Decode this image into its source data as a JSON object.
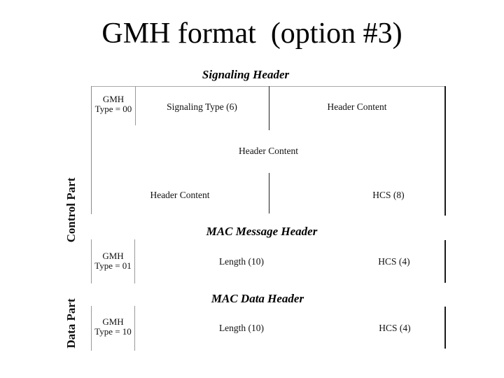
{
  "slide": {
    "title": "GMH format  (option #3)"
  },
  "sections": {
    "signaling": {
      "label": "Signaling Header"
    },
    "mac_message": {
      "label": "MAC Message Header"
    },
    "mac_data": {
      "label": "MAC Data Header"
    }
  },
  "side_labels": {
    "control": "Control Part",
    "data": "Data Part"
  },
  "signaling_table": {
    "row1": {
      "gmh_line1": "GMH",
      "gmh_line2": "Type = 00",
      "signaling_type": "Signaling Type (6)",
      "header_content": "Header Content"
    },
    "row2": {
      "header_content": "Header Content"
    },
    "row3": {
      "header_content": "Header Content",
      "hcs": "HCS (8)"
    }
  },
  "mac_message_table": {
    "gmh_line1": "GMH",
    "gmh_line2": "Type = 01",
    "length": "Length (10)",
    "hcs": "HCS (4)"
  },
  "mac_data_table": {
    "gmh_line1": "GMH",
    "gmh_line2": "Type = 10",
    "length": "Length (10)",
    "hcs": "HCS (4)"
  },
  "colors": {
    "background": "#ffffff",
    "text": "#000000",
    "line_light": "#aaaaaa",
    "line_mid": "#999999",
    "line_dark": "#1a1a1a"
  }
}
